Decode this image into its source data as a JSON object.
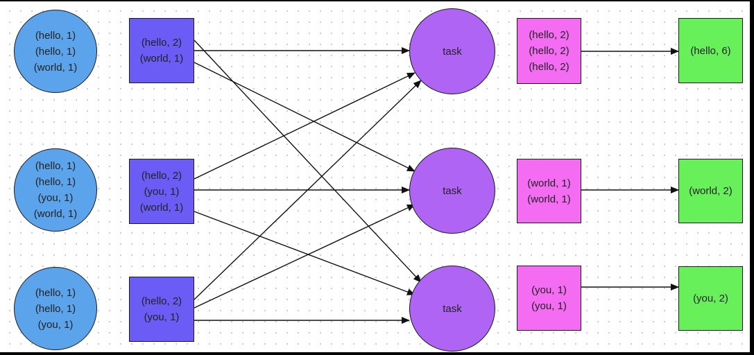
{
  "inputs": [
    {
      "lines": [
        "(hello, 1)",
        "(hello, 1)",
        "(world, 1)"
      ]
    },
    {
      "lines": [
        "(hello, 1)",
        "(hello, 1)",
        "(you, 1)",
        "(world, 1)"
      ]
    },
    {
      "lines": [
        "(hello, 1)",
        "(hello, 1)",
        "(you, 1)"
      ]
    }
  ],
  "combiners": [
    {
      "lines": [
        "(hello, 2)",
        "(world, 1)"
      ]
    },
    {
      "lines": [
        "(hello, 2)",
        "(you, 1)",
        "(world, 1)"
      ]
    },
    {
      "lines": [
        "(hello, 2)",
        "(you, 1)"
      ]
    }
  ],
  "tasks": [
    {
      "label": "task"
    },
    {
      "label": "task"
    },
    {
      "label": "task"
    }
  ],
  "grouped": [
    {
      "lines": [
        "(hello, 2)",
        "(hello, 2)",
        "(hello, 2)"
      ]
    },
    {
      "lines": [
        "(world, 1)",
        "(world, 1)"
      ]
    },
    {
      "lines": [
        "(you, 1)",
        "(you, 1)"
      ]
    }
  ],
  "results": [
    {
      "lines": [
        "(hello, 6)"
      ]
    },
    {
      "lines": [
        "(world, 2)"
      ]
    },
    {
      "lines": [
        "(you, 2)"
      ]
    }
  ],
  "colors": {
    "input": "#5ba4ec",
    "combiner": "#6a5cf5",
    "task": "#b064f4",
    "grouped": "#f36cf2",
    "result": "#67f05a"
  }
}
